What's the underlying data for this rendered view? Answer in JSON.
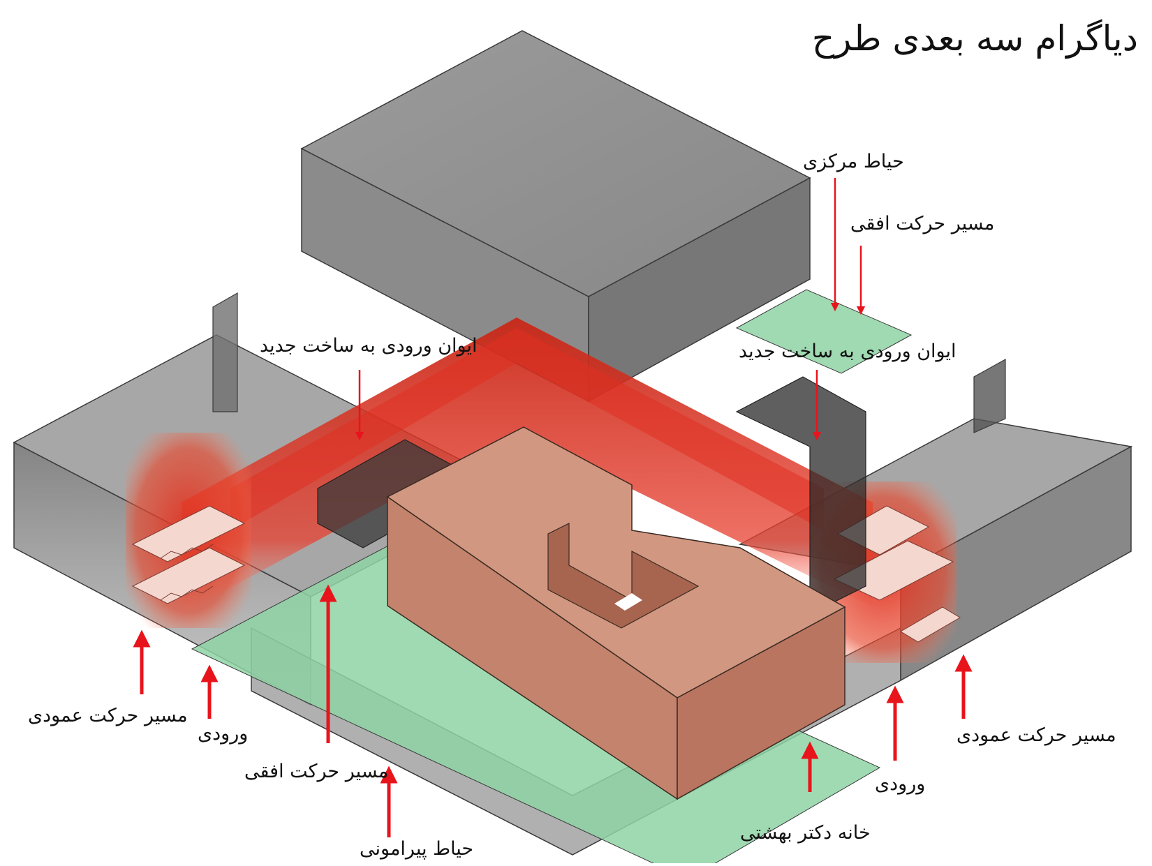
{
  "title": "دیاگرام سه بعدی طرح",
  "labels": {
    "central_courtyard": "حیاط مرکزی",
    "horizontal_path_top": "مسیر حرکت افقی",
    "iwan_left": "ایوان ورودی به ساخت جدید",
    "iwan_right": "ایوان ورودی به ساخت جدید",
    "vertical_path_left": "مسیر حرکت عمودی",
    "entrance_left": "ورودی",
    "horizontal_path_bottom": "مسیر حرکت افقی",
    "perimeter_courtyard": "حیاط پیرامونی",
    "beheshti_house": "خانه دکتر بهشتی",
    "entrance_right": "ورودی",
    "vertical_path_right": "مسیر حرکت عمودی"
  },
  "colors": {
    "massing_fill": "#7a7a7a",
    "massing_edge": "#3a3a3a",
    "circulation": "#e03020",
    "courtyard": "#8fd3a5",
    "house": "#c4836c",
    "arrow": "#e8141c"
  }
}
